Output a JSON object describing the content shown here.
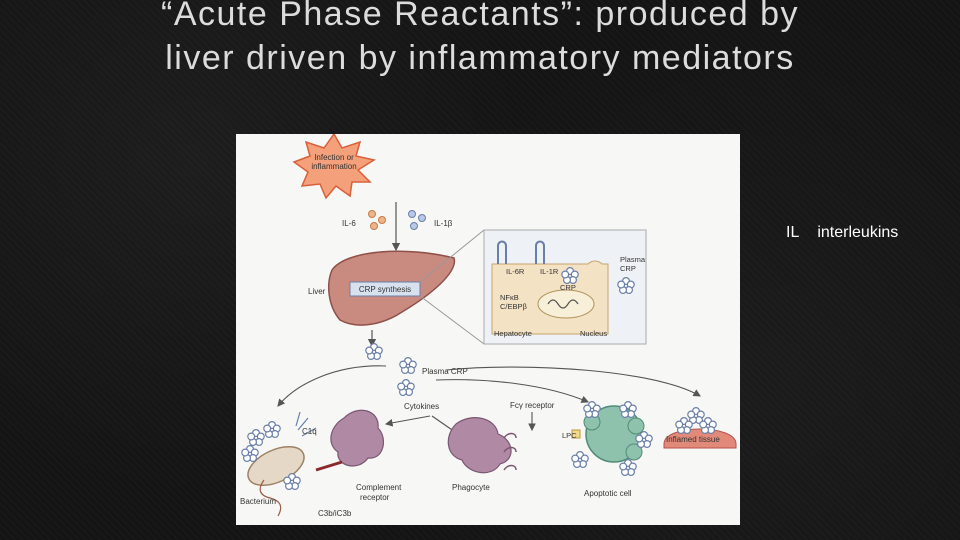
{
  "slide": {
    "title": "“Acute Phase Reactants”: produced by liver driven by inflammatory mediators"
  },
  "note": {
    "abbr": "IL",
    "definition": "interleukins"
  },
  "diagram": {
    "trigger": [
      "Infection or",
      "inflammation"
    ],
    "il6": "IL-6",
    "il1b": "IL-1β",
    "liver": "Liver",
    "crp_synthesis": "CRP synthesis",
    "il6r": "IL-6R",
    "il1r": "IL-1R",
    "plasma_crp_inset": [
      "Plasma",
      "CRP"
    ],
    "crp": "CRP",
    "nfkb": [
      "NFκB",
      "C/EBPβ"
    ],
    "hepatocyte": "Hepatocyte",
    "nucleus": "Nucleus",
    "plasma_crp": "Plasma CRP",
    "cytokines": "Cytokines",
    "fcy_receptor": "Fcγ receptor",
    "c1q": "C1q",
    "lpc": "LPC",
    "inflamed_tissue": "Inflamed tissue",
    "bacterium": "Bacterium",
    "phagocyte": "Phagocyte",
    "apoptotic_cell": "Apoptotic cell",
    "complement_receptor": [
      "Complement",
      "receptor"
    ],
    "c3b": "C3b/iC3b"
  }
}
